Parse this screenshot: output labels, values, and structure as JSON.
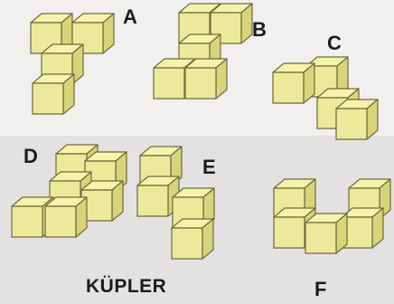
{
  "labels": {
    "a": "A",
    "b": "B",
    "c": "C",
    "d": "D",
    "e": "E",
    "f": "F"
  },
  "title": "KÜPLER",
  "colors": {
    "cube_top": "#f6f3ac",
    "cube_front": "#ede99a",
    "cube_side": "#d9d37a",
    "cube_edge": "#6f6a3c"
  },
  "figures": [
    "A",
    "B",
    "C",
    "D",
    "E",
    "F"
  ]
}
